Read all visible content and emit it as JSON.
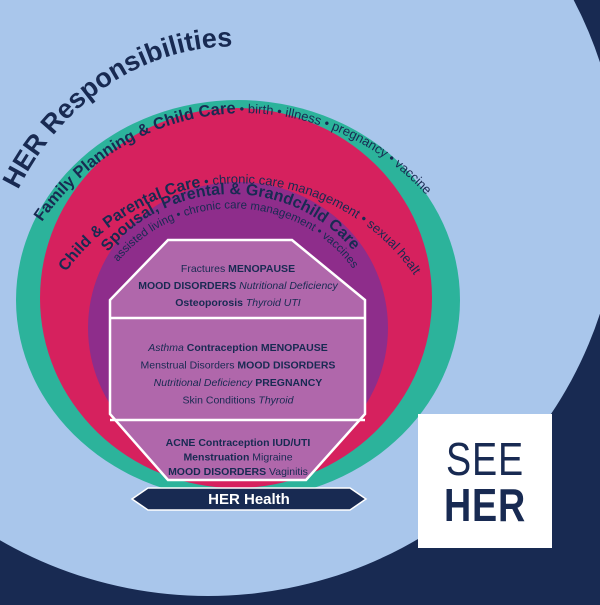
{
  "diagram": {
    "rings": {
      "responsibilities": {
        "title": "HER Responsibilities",
        "subtitle": ""
      },
      "family": {
        "title": "Family Planning & Child Care",
        "subtitle": " • birth • illness • pregnancy • vaccines"
      },
      "child_parental": {
        "title": "Child & Parental Care",
        "subtitle": " • chronic care management • sexual health • vaccines"
      },
      "spousal": {
        "title": "Spousal, Parental & Grandchild Care",
        "subtitle": "assisted living • chronic care management • vaccines"
      }
    },
    "blocks": {
      "top": [
        [
          {
            "t": "Fractures ",
            "s": "n"
          },
          {
            "t": "MENOPAUSE",
            "s": "b"
          }
        ],
        [
          {
            "t": "MOOD DISORDERS ",
            "s": "b"
          },
          {
            "t": "Nutritional Deficiency",
            "s": "i"
          }
        ],
        [
          {
            "t": "Osteoporosis ",
            "s": "b"
          },
          {
            "t": "Thyroid UTI",
            "s": "i"
          }
        ]
      ],
      "middle": [
        [
          {
            "t": "Asthma ",
            "s": "i"
          },
          {
            "t": "Contraception MENOPAUSE",
            "s": "b"
          }
        ],
        [
          {
            "t": "Menstrual Disorders ",
            "s": "n"
          },
          {
            "t": "MOOD DISORDERS",
            "s": "b"
          }
        ],
        [
          {
            "t": "Nutritional Deficiency ",
            "s": "i"
          },
          {
            "t": "PREGNANCY",
            "s": "b"
          }
        ],
        [
          {
            "t": "Skin Conditions ",
            "s": "n"
          },
          {
            "t": "Thyroid",
            "s": "i"
          }
        ]
      ],
      "bottom": [
        [
          {
            "t": "ACNE Contraception IUD/UTI",
            "s": "b"
          }
        ],
        [
          {
            "t": "Menstruation ",
            "s": "b"
          },
          {
            "t": "Migraine",
            "s": "n"
          }
        ],
        [
          {
            "t": "MOOD DISORDERS ",
            "s": "b"
          },
          {
            "t": "Vaginitis",
            "s": "n"
          }
        ]
      ]
    },
    "banner": "HER Health"
  },
  "logo": {
    "line1": "SEE",
    "line2": "HER"
  },
  "colors": {
    "background": "#182a52",
    "outer_ring": "#a9c6eb",
    "teal_ring": "#2cb39b",
    "pink_ring": "#d6215e",
    "purple_ring": "#8e2d8b",
    "octagon": "#b067ab",
    "navy": "#182a52"
  }
}
